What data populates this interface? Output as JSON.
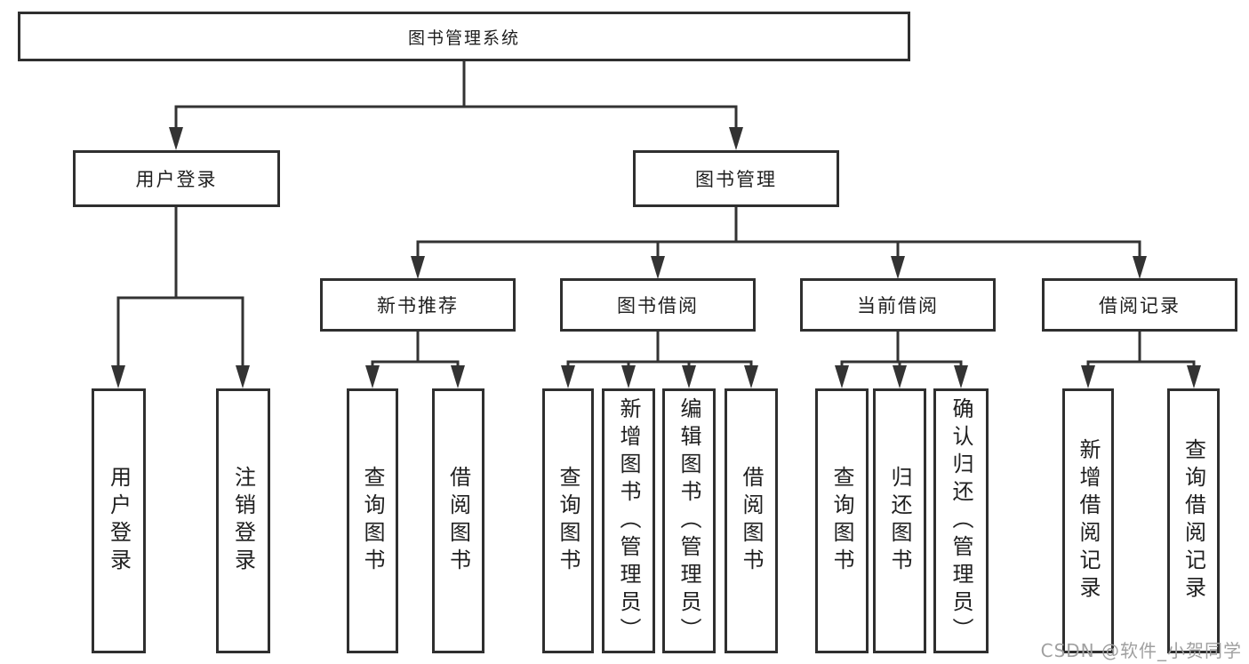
{
  "tree": {
    "root": {
      "label": "图书管理系统"
    },
    "branches": [
      {
        "label": "用户登录",
        "children": [
          {
            "label": "用户登录"
          },
          {
            "label": "注销登录"
          }
        ]
      },
      {
        "label": "图书管理",
        "children": [
          {
            "label": "新书推荐",
            "children": [
              {
                "label": "查询图书"
              },
              {
                "label": "借阅图书"
              }
            ]
          },
          {
            "label": "图书借阅",
            "children": [
              {
                "label": "查询图书"
              },
              {
                "label": "新增图书（管理员）"
              },
              {
                "label": "编辑图书（管理员）"
              },
              {
                "label": "借阅图书"
              }
            ]
          },
          {
            "label": "当前借阅",
            "children": [
              {
                "label": "查询图书"
              },
              {
                "label": "归还图书"
              },
              {
                "label": "确认归还（管理员）"
              }
            ]
          },
          {
            "label": "借阅记录",
            "children": [
              {
                "label": "新增借阅记录"
              },
              {
                "label": "查询借阅记录"
              }
            ]
          }
        ]
      }
    ]
  },
  "watermark": {
    "text": "CSDN @软件_小贺同学"
  },
  "colors": {
    "line": "#333333",
    "box_border": "#2f2f2f",
    "box_fill": "#ffffff",
    "text": "#1f1f1f",
    "watermark": "#a0a0a0",
    "background": "#ffffff"
  }
}
